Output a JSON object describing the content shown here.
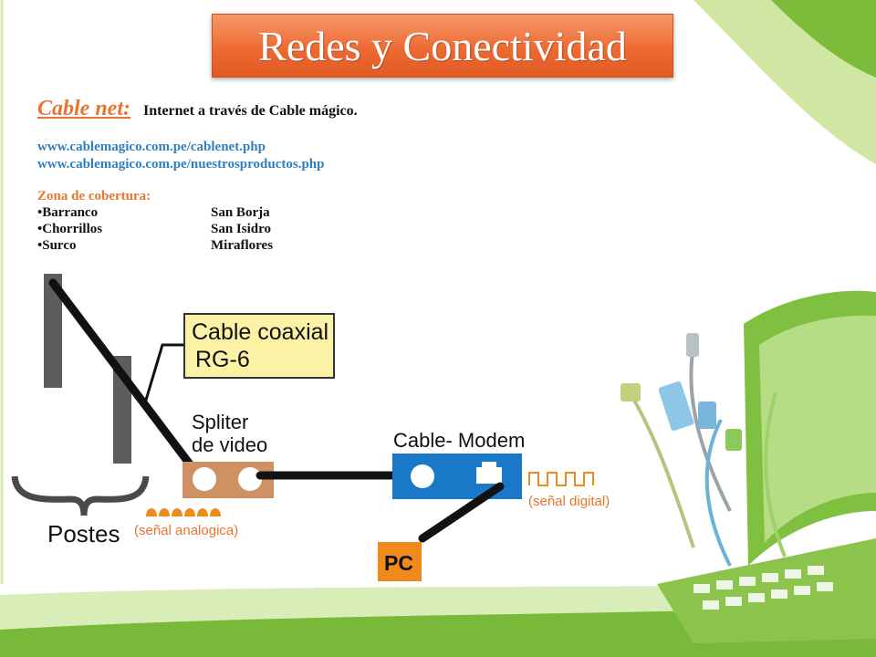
{
  "slide": {
    "title": "Redes y Conectividad",
    "heading": "Cable net:",
    "subtitle": "Internet a través de Cable mágico.",
    "links": [
      "www.cablemagico.com.pe/cablenet.php",
      "www.cablemagico.com.pe/nuestrosproductos.php"
    ],
    "coverage_title": "Zona de cobertura:",
    "coverage_left": [
      "•Barranco",
      "•Chorrillos",
      "•Surco"
    ],
    "coverage_right": [
      "San Borja",
      "San Isidro",
      "Miraflores"
    ]
  },
  "diagram": {
    "coax_label_1": "Cable coaxial",
    "coax_label_2": "RG-6",
    "splitter_label_1": "Spliter",
    "splitter_label_2": "de video",
    "modem_label": "Cable- Modem",
    "pc_label": "PC",
    "poles_label": "Postes",
    "analog_label": "(señal analogica)",
    "digital_label": "(señal digital)"
  },
  "colors": {
    "title_orange": "#ee6a33",
    "heading_orange": "#e8752f",
    "link_blue": "#2f7fc0",
    "modem_blue": "#1a78c8",
    "splitter_tan": "#cf9064",
    "pc_orange": "#f08a1c",
    "label_yellow": "#fcf2a6",
    "frame_green": "#6fb62c"
  }
}
